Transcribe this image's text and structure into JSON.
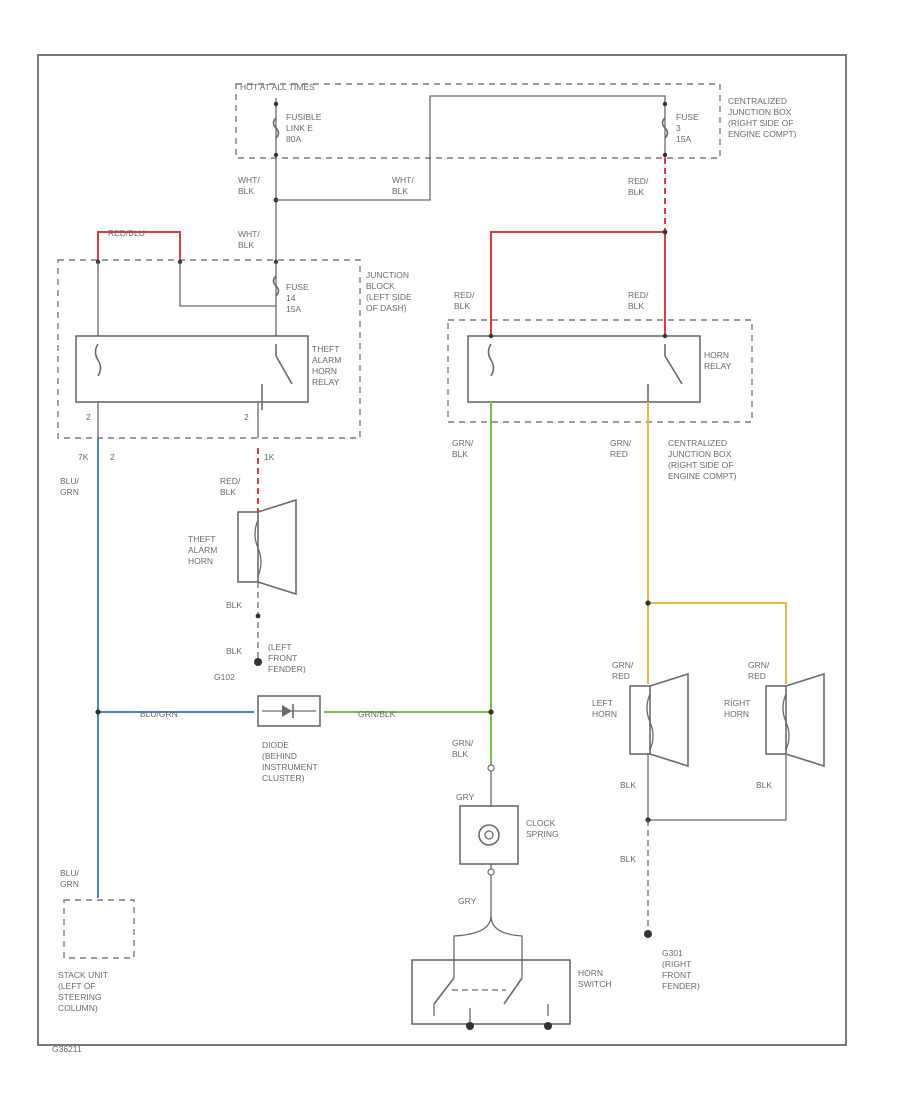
{
  "colors": {
    "red": "#e23b3b",
    "blue": "#4a7fd6",
    "green": "#7cc242",
    "yellow": "#e8b64a",
    "line": "#6a6a6a"
  },
  "labels": {
    "hot_at_all_times": "HOT AT ALL TIMES",
    "fusible_link": [
      "FUSIBLE",
      "LINK E",
      "80A"
    ],
    "fuse_3_15a": [
      "FUSE",
      "3",
      "15A"
    ],
    "centralized_jb_top": [
      "CENTRALIZED",
      "JUNCTION BOX",
      "(RIGHT SIDE OF",
      "ENGINE COMPT)"
    ],
    "wht_blk_1": [
      "WHT/",
      "BLK"
    ],
    "wht_blk_2": [
      "WHT/",
      "BLK"
    ],
    "wht_blk_3": [
      "WHT/",
      "BLK"
    ],
    "red_blk_top": [
      "RED/",
      "BLK"
    ],
    "red_blu_wire": "RED/BLU",
    "fuse_14_15a": [
      "FUSE",
      "14",
      "15A"
    ],
    "junction_block": [
      "JUNCTION",
      "BLOCK",
      "(LEFT SIDE",
      "OF DASH)"
    ],
    "theft_alarm_horn_relay": [
      "THEFT",
      "ALARM",
      "HORN",
      "RELAY"
    ],
    "red_blk_relay_left": [
      "RED/",
      "BLK"
    ],
    "red_blk_relay_right": [
      "RED/",
      "BLK"
    ],
    "horn_relay": [
      "HORN",
      "RELAY"
    ],
    "pin_2a": "2",
    "pin_2b": "2",
    "pin_7k": "7K",
    "pin_2j": "2",
    "pin_1k": "1K",
    "blu_grn_top": [
      "BLU/",
      "GRN"
    ],
    "red_blk_horn": [
      "RED/",
      "BLK"
    ],
    "theft_alarm_horn": [
      "THEFT",
      "ALARM",
      "HORN"
    ],
    "grn_blk_1": [
      "GRN/",
      "BLK"
    ],
    "grn_red_1": [
      "GRN/",
      "RED"
    ],
    "centralized_jb_mid": [
      "CENTRALIZED",
      "JUNCTION BOX",
      "(RIGHT SIDE OF",
      "ENGINE COMPT)"
    ],
    "blk_1": "BLK",
    "blk_2": "BLK",
    "left_front_fender": [
      "(LEFT",
      "FRONT",
      "FENDER)"
    ],
    "g102": "G102",
    "blu_grn_wire": "BLU/GRN",
    "grn_blk_wire": "GRN/BLK",
    "diode": [
      "DIODE",
      "(BEHIND",
      "INSTRUMENT",
      "CLUSTER)"
    ],
    "grn_red_left": [
      "GRN/",
      "RED"
    ],
    "grn_red_right": [
      "GRN/",
      "RED"
    ],
    "left_horn": [
      "LEFT",
      "HORN"
    ],
    "right_horn": [
      "RIGHT",
      "HORN"
    ],
    "grn_blk_2": [
      "GRN/",
      "BLK"
    ],
    "blk_3": "BLK",
    "blk_4": "BLK",
    "blk_5": "BLK",
    "gry_1": "GRY",
    "clock_spring": [
      "CLOCK",
      "SPRING"
    ],
    "gry_2": "GRY",
    "blu_grn_bottom": [
      "BLU/",
      "GRN"
    ],
    "stack_unit": [
      "STACK UNIT",
      "(LEFT OF",
      "STEERING",
      "COLUMN)"
    ],
    "horn_switch": [
      "HORN",
      "SWITCH"
    ],
    "g301": [
      "G301",
      "(RIGHT",
      "FRONT",
      "FENDER)"
    ],
    "figure_code": "G36211"
  }
}
